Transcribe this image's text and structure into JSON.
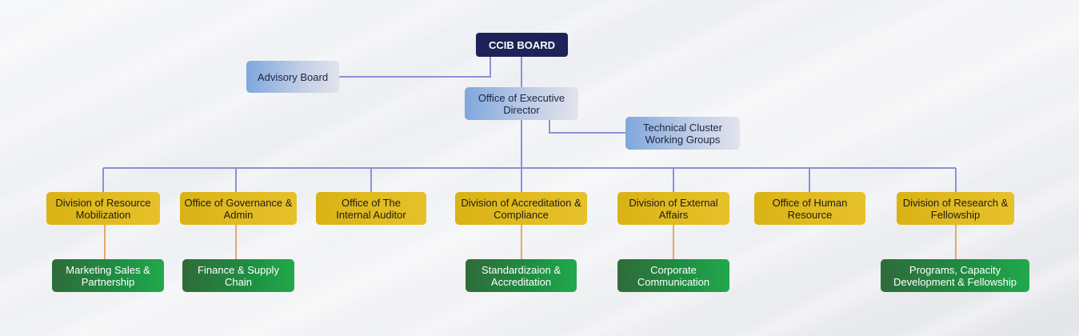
{
  "chart": {
    "board": "CCIB BOARD",
    "advisory": "Advisory Board",
    "executive": "Office of Executive Director",
    "technical": "Technical Cluster Working Groups",
    "divisions": [
      {
        "name": "Division of Resource Mobilization",
        "sub": "Marketing Sales & Partnership"
      },
      {
        "name": "Office of Governance & Admin",
        "sub": "Finance & Supply Chain"
      },
      {
        "name": "Office of The Internal Auditor",
        "sub": null
      },
      {
        "name": "Division of Accreditation & Compliance",
        "sub": "Standardizaion & Accreditation"
      },
      {
        "name": "Division of External Affairs",
        "sub": "Corporate Communication"
      },
      {
        "name": "Office of Human Resource",
        "sub": null
      },
      {
        "name": "Division of Research & Fellowship",
        "sub": "Programs, Capacity Development & Fellowship"
      }
    ]
  },
  "colors": {
    "board": "#1d2358",
    "connector": "#8f8fd9",
    "sub_connector": "#e3a96a",
    "division": "#e0bb20",
    "subunit": "#1e8f42"
  }
}
